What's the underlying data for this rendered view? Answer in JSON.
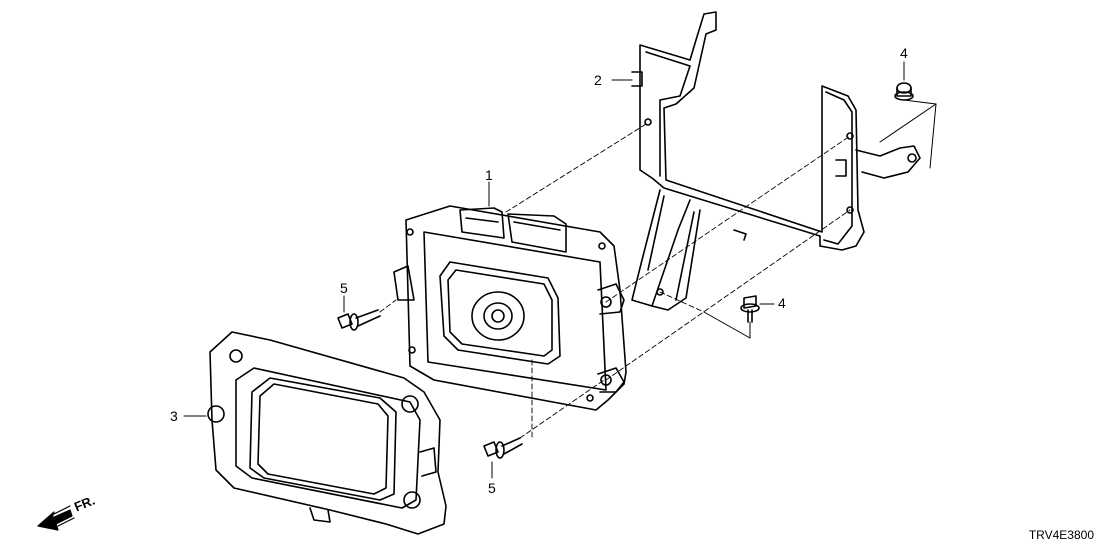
{
  "callouts": {
    "c1": "1",
    "c2": "2",
    "c3": "3",
    "c4a": "4",
    "c4b": "4",
    "c5a": "5",
    "c5b": "5"
  },
  "direction_label": "FR.",
  "diagram_code": "TRV4E3800",
  "colors": {
    "line": "#000000",
    "background": "#ffffff"
  },
  "icons": {
    "direction": "front-direction-arrow-icon"
  }
}
